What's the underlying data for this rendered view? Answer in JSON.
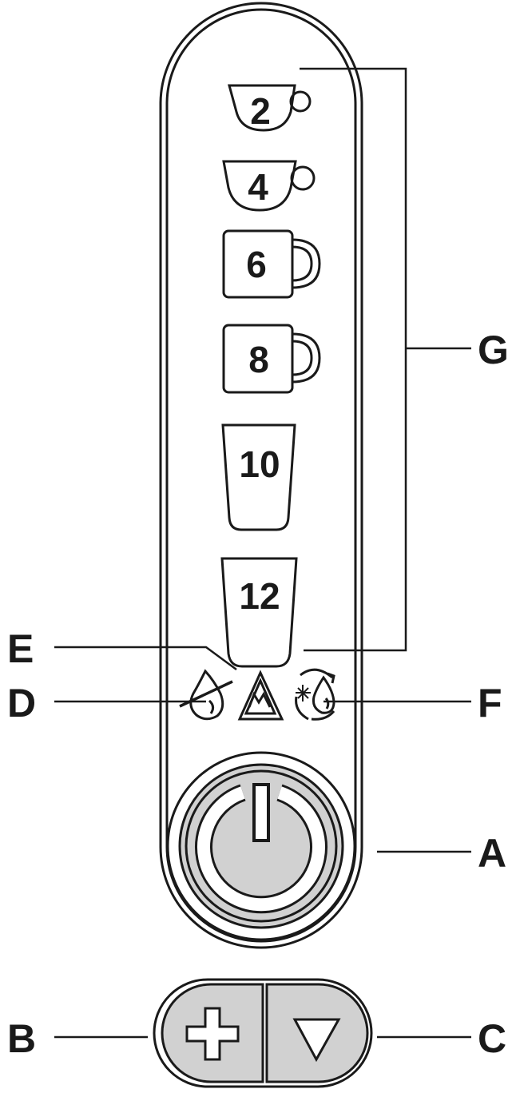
{
  "cups": [
    {
      "label": "2",
      "kind": "small-cup"
    },
    {
      "label": "4",
      "kind": "small-cup"
    },
    {
      "label": "6",
      "kind": "mug"
    },
    {
      "label": "8",
      "kind": "mug"
    },
    {
      "label": "10",
      "kind": "tall-glass"
    },
    {
      "label": "12",
      "kind": "tall-glass"
    }
  ],
  "callouts": {
    "a": "A",
    "b": "B",
    "c": "C",
    "d": "D",
    "e": "E",
    "f": "F",
    "g": "G"
  },
  "colors": {
    "line": "#1a1a1a",
    "button_fill": "#d1d1d1",
    "background": "#ffffff"
  },
  "icons": {
    "d": "no-water-drop-icon",
    "e": "scale-mountain-icon",
    "f": "clean-cycle-icon",
    "a": "power-icon",
    "b": "plus-icon",
    "c": "triangle-down-icon"
  }
}
